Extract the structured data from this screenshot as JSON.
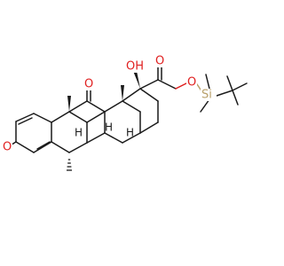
{
  "diagram": {
    "kind": "chemical-structure",
    "atoms": {
      "o_ketone_a": "O",
      "o_ketone_b": "O",
      "o_ketone_c": "O",
      "o_ether": "O",
      "oh": "OH",
      "si": "Si",
      "h_8": "H",
      "h_9": "H",
      "h_14": "H"
    },
    "colors": {
      "bond": "#1a1a1a",
      "oxygen": "#e02020",
      "silicon": "#b9a06a"
    }
  }
}
